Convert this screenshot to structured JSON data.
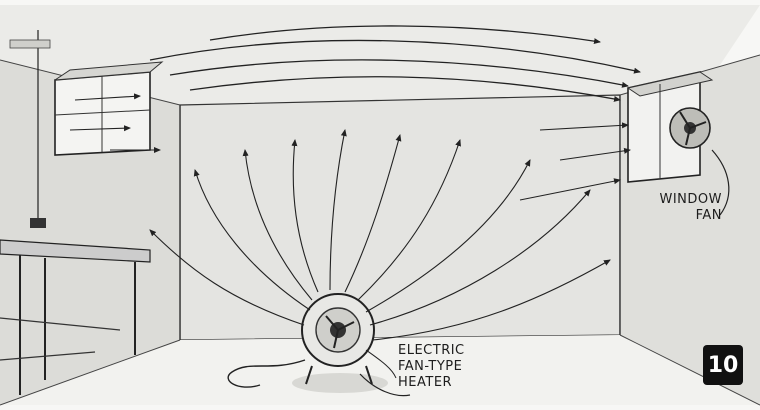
{
  "labels": {
    "window_fan": [
      "WINDOW",
      "FAN"
    ],
    "heater": [
      "ELECTRIC",
      "FAN-TYPE",
      "HEATER"
    ]
  },
  "figure_number": "10",
  "colors": {
    "ink": "#1d1d1d",
    "paper": "#f7f7f5",
    "wall": "#e6e6e3"
  },
  "icons": [
    "window-fan-icon",
    "electric-heater-icon",
    "workbench-icon",
    "pull-cord-icon"
  ]
}
